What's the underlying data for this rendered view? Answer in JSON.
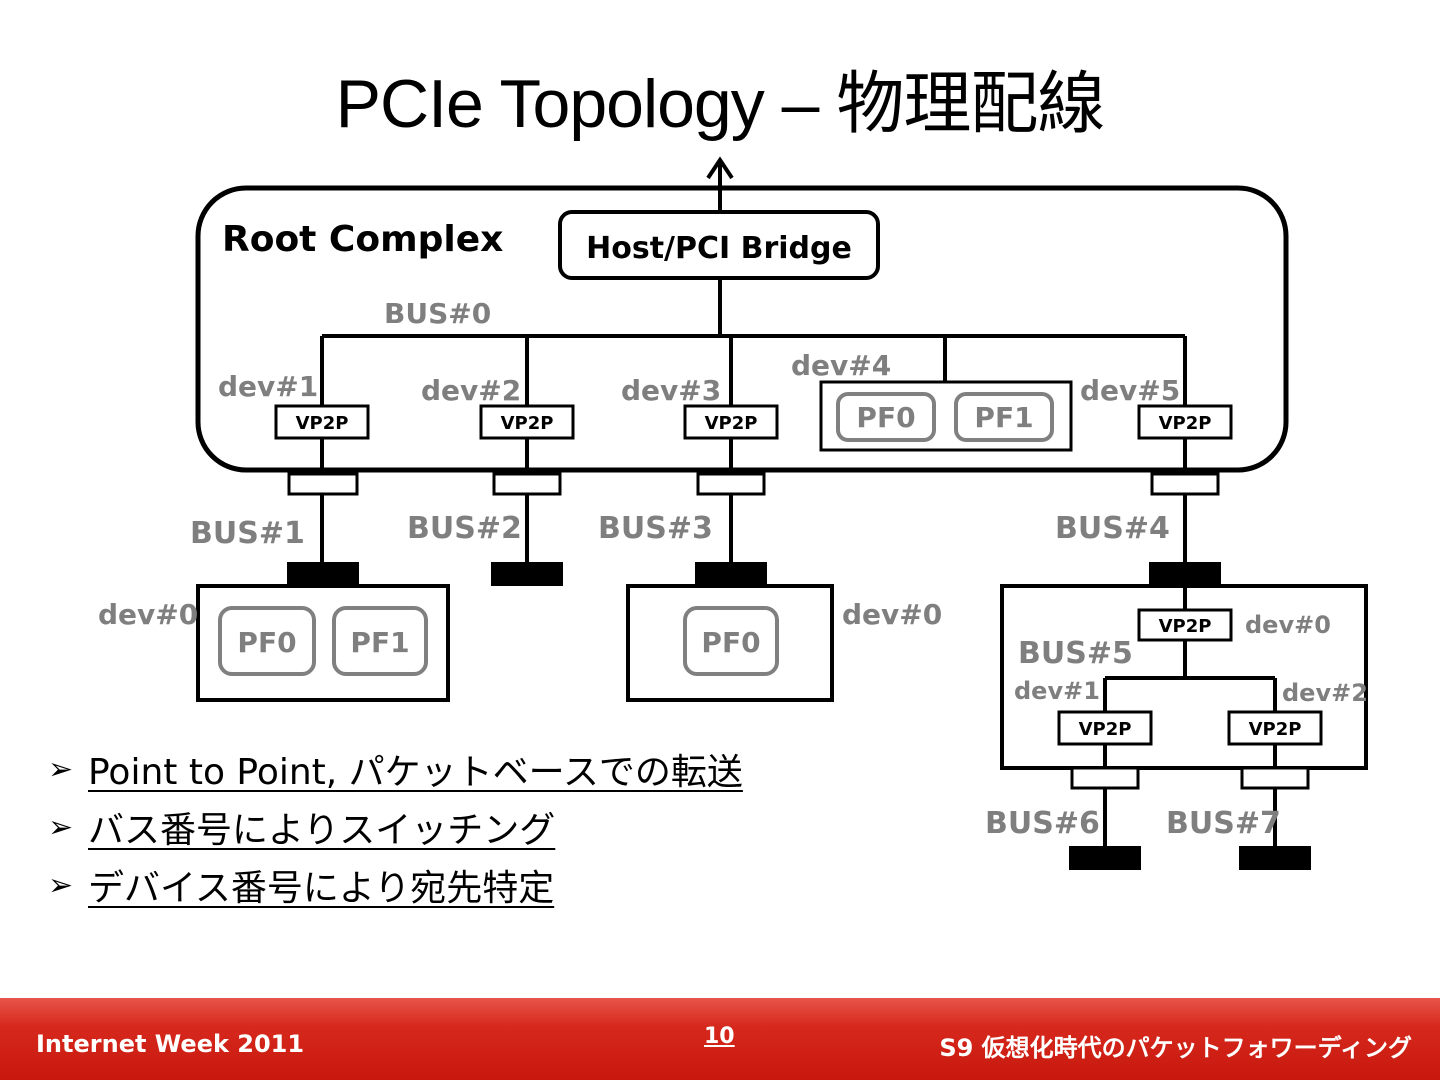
{
  "title": "PCIe Topology – 物理配線",
  "diagram": {
    "root_complex_label": "Root Complex",
    "host_bridge_label": "Host/PCI Bridge",
    "bus0": "BUS#0",
    "rc_devices": [
      {
        "dev": "dev#1",
        "box": "VP2P"
      },
      {
        "dev": "dev#2",
        "box": "VP2P"
      },
      {
        "dev": "dev#3",
        "box": "VP2P"
      },
      {
        "dev": "dev#4",
        "functions": [
          "PF0",
          "PF1"
        ]
      },
      {
        "dev": "dev#5",
        "box": "VP2P"
      }
    ],
    "buses": [
      "BUS#1",
      "BUS#2",
      "BUS#3",
      "BUS#4"
    ],
    "endpoint_a": {
      "dev": "dev#0",
      "functions": [
        "PF0",
        "PF1"
      ]
    },
    "endpoint_b": {
      "dev": "dev#0",
      "functions": [
        "PF0"
      ]
    },
    "switch": {
      "upstream": {
        "dev": "dev#0",
        "box": "VP2P"
      },
      "internal_bus": "BUS#5",
      "downstream": [
        {
          "dev": "dev#1",
          "box": "VP2P"
        },
        {
          "dev": "dev#2",
          "box": "VP2P"
        }
      ],
      "buses": [
        "BUS#6",
        "BUS#7"
      ]
    }
  },
  "bullets": [
    "Point to Point, パケットベースでの転送",
    "バス番号によりスイッチング",
    "デバイス番号により宛先特定"
  ],
  "footer": {
    "left": "Internet Week 2011",
    "page": "10",
    "right": "S9 仮想化時代のパケットフォワーディング"
  },
  "colors": {
    "footer": "#c8180e",
    "pf_border": "#808080",
    "pf_text": "#7f7f7f"
  }
}
